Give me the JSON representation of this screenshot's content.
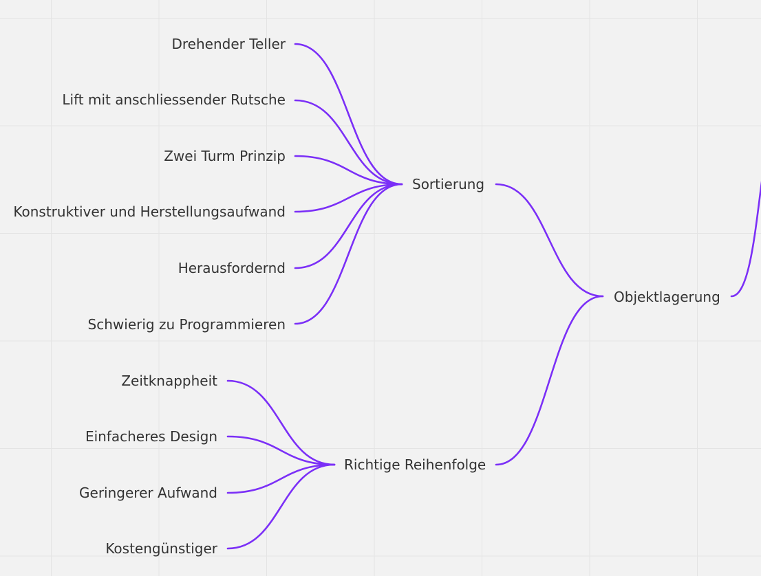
{
  "mindmap": {
    "edge_color": "#7b2ff7",
    "root": {
      "label": "Objektlagerung"
    },
    "branches": [
      {
        "label": "Sortierung",
        "children": [
          "Drehender Teller",
          "Lift mit anschliessender Rutsche",
          "Zwei Turm Prinzip",
          "Konstruktiver und Herstellungsaufwand",
          "Herausfordernd",
          "Schwierig zu Programmieren"
        ]
      },
      {
        "label": "Richtige Reihenfolge",
        "children": [
          "Zeitknappheit",
          "Einfacheres Design",
          "Geringerer Aufwand",
          "Kostengünstiger"
        ]
      }
    ]
  }
}
